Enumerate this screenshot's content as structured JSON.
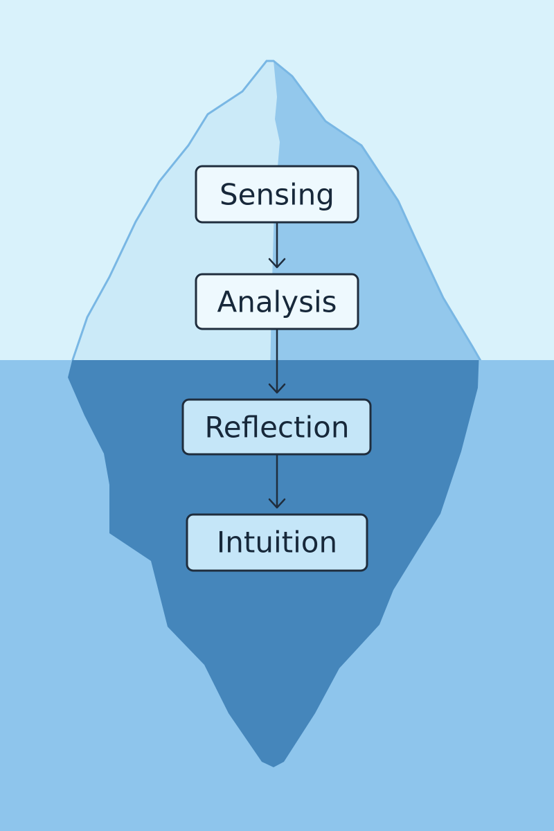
{
  "colors": {
    "sky": "#d9f2fb",
    "water": "#8ec5ec",
    "ice_above_light": "#cbeaf8",
    "ice_above_shade": "#93c8ec",
    "ice_below": "#4586bb",
    "ice_outline": "#79b7e4",
    "box_above_fill": "#eef9fe",
    "box_below_fill": "#c5e6f8",
    "box_stroke": "#1f2d3d",
    "arrow": "#1f2d3d",
    "text": "#17283a"
  },
  "steps": [
    {
      "id": "sensing",
      "label": "Sensing",
      "zone": "above"
    },
    {
      "id": "analysis",
      "label": "Analysis",
      "zone": "above"
    },
    {
      "id": "reflection",
      "label": "Reflection",
      "zone": "below"
    },
    {
      "id": "intuition",
      "label": "Intuition",
      "zone": "below"
    }
  ],
  "arrows": [
    {
      "from": "sensing",
      "to": "analysis"
    },
    {
      "from": "analysis",
      "to": "reflection"
    },
    {
      "from": "reflection",
      "to": "intuition"
    }
  ]
}
